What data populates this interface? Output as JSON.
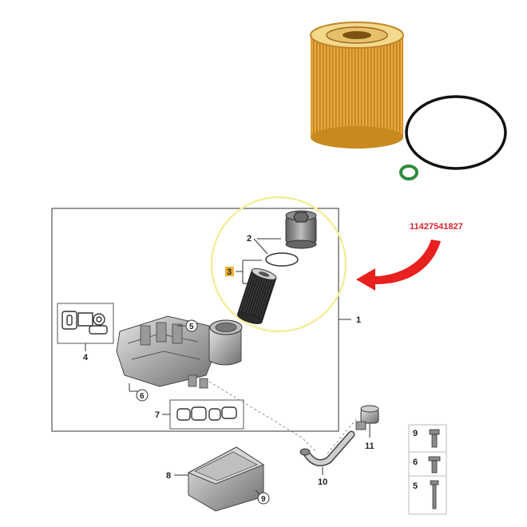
{
  "part_number": "11427541827",
  "callouts": {
    "c1": "1",
    "c2": "2",
    "c3": "3",
    "c4": "4",
    "c5": "5",
    "c6": "6",
    "c7": "7",
    "c8": "8",
    "c9": "9",
    "c10": "10",
    "c11": "11"
  },
  "legend": {
    "row1": "9",
    "row2": "6",
    "row3": "5"
  },
  "colors": {
    "highlight_circle": "#f3ee9a",
    "arrow": "#e8201e",
    "part_number": "#d9262c",
    "filter_media": "#e6a43a",
    "highlight_label_bg": "#f2b236"
  },
  "icons": {
    "photo": "oil-filter-photo",
    "arrow": "red-pointer-arrow"
  }
}
